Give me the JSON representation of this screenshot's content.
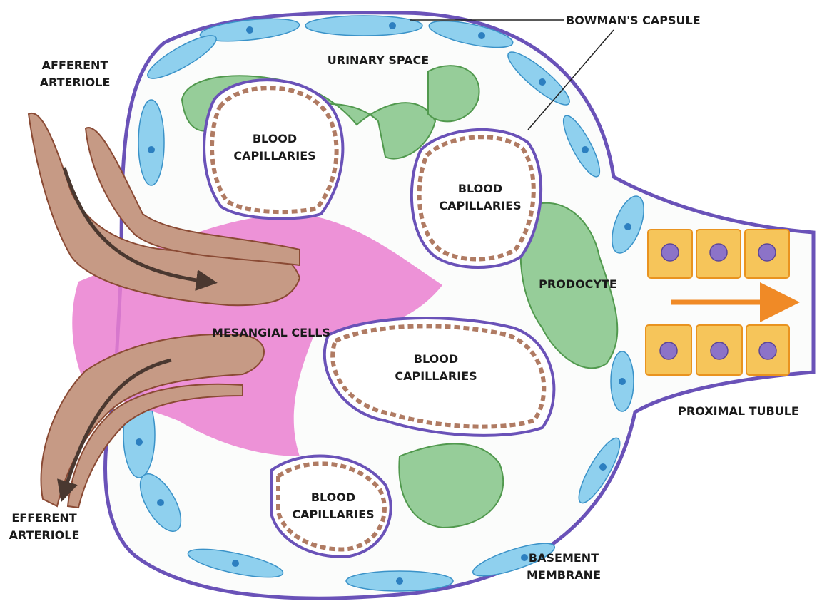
{
  "labels": {
    "bowmans_capsule": "BOWMAN'S CAPSULE",
    "urinary_space": "URINARY SPACE",
    "afferent_arteriole": [
      "AFFERENT",
      "ARTERIOLE"
    ],
    "efferent_arteriole": [
      "EFFERENT",
      "ARTERIOLE"
    ],
    "blood_capillaries": [
      "BLOOD",
      "CAPILLARIES"
    ],
    "prodocyte": "PRODOCYTE",
    "mesangial_cells": "MESANGIAL CELLS",
    "proximal_tubule": "PROXIMAL TUBULE",
    "basement_membrane": [
      "BASEMENT",
      "MEMBRANE"
    ]
  },
  "colors": {
    "capsule_outline": "#6a52b8",
    "capsule_wall": "#8fd0ee",
    "capsule_nucleus": "#2c7fc0",
    "podocyte": "#8cc98f",
    "podocyte_fringe": "#3f8f3c",
    "capillary_wall": "#b07b63",
    "capillary_nucleus": "#8a4a34",
    "arteriole": "#c69a85",
    "mesangial": "#ea7fd0",
    "tubule_cell": "#f6c55a",
    "tubule_nucleus": "#8c73c8",
    "flow_arrow": "#f08a26",
    "dark_arrow": "#4a3830"
  }
}
